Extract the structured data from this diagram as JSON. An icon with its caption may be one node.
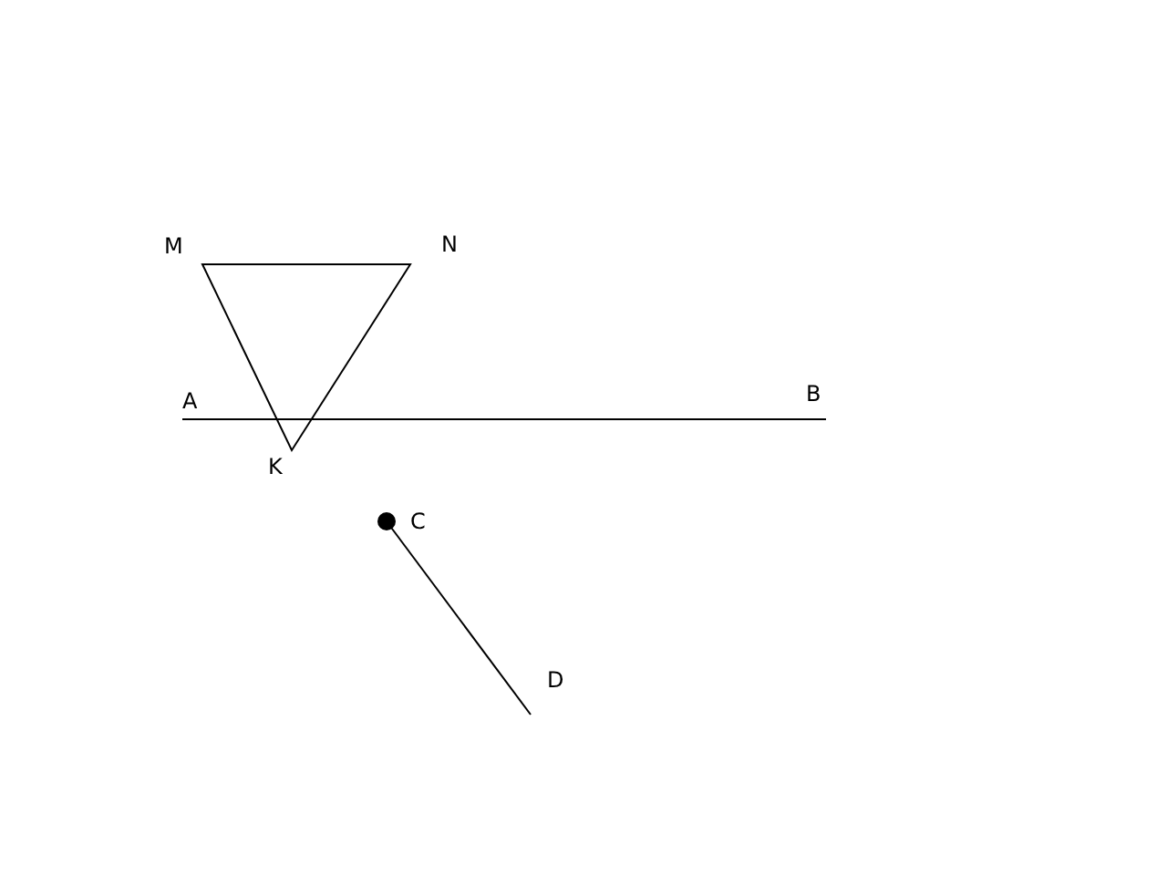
{
  "diagram": {
    "labels": [
      "M",
      "N",
      "A",
      "B",
      "K",
      "C",
      "D"
    ]
  }
}
